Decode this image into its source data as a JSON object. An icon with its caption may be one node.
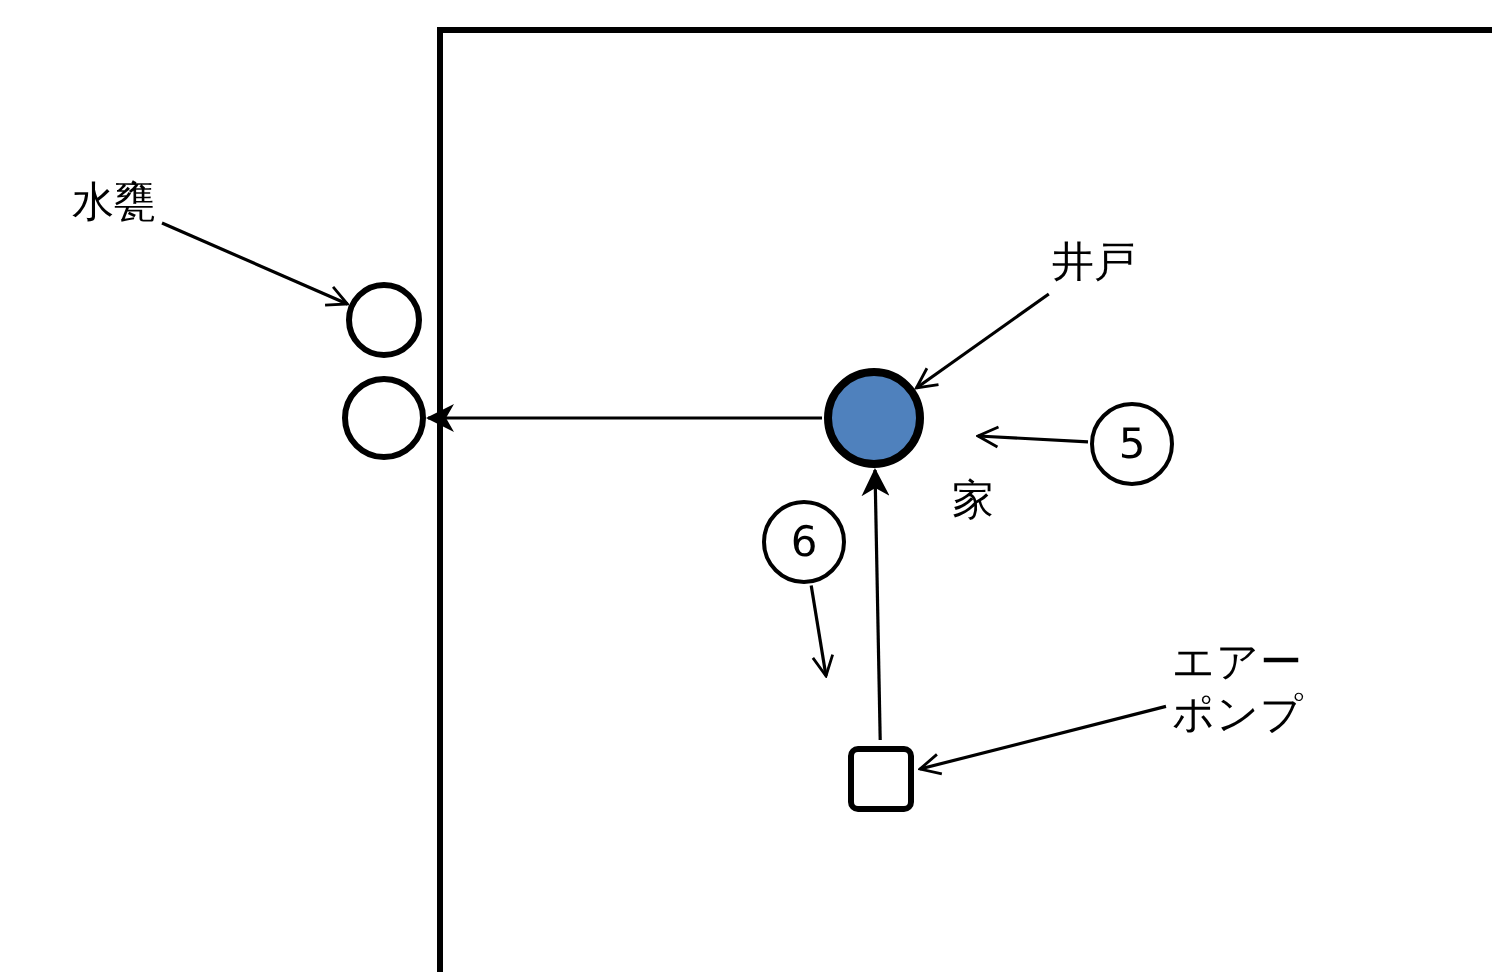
{
  "diagram": {
    "nodes": [
      {
        "text": [
          "水甕"
        ]
      },
      {
        "text": [],
        "shape": "circle"
      },
      {
        "text": [],
        "shape": "circle"
      },
      {
        "text": [
          "井戸"
        ]
      },
      {
        "text": [],
        "shape": "circle"
      },
      {
        "text": [
          "5"
        ]
      },
      {
        "text": [
          "6"
        ]
      },
      {
        "text": [],
        "shape": "box"
      },
      {
        "text": [
          "エアーポンプ"
        ]
      }
    ],
    "edges": [
      {
        "from": 0,
        "to": 1,
        "arrow": "to"
      },
      {
        "from": 3,
        "to": 4,
        "arrow": "to"
      },
      {
        "from": 4,
        "to": 2,
        "arrow": "to"
      },
      {
        "from": 5,
        "to": null,
        "arrow": "to"
      },
      {
        "from": 6,
        "to": null,
        "arrow": "to"
      },
      {
        "from": 7,
        "to": 4,
        "arrow": "to"
      },
      {
        "from": 8,
        "to": 7,
        "arrow": "to"
      }
    ],
    "labels": [
      "家"
    ]
  }
}
